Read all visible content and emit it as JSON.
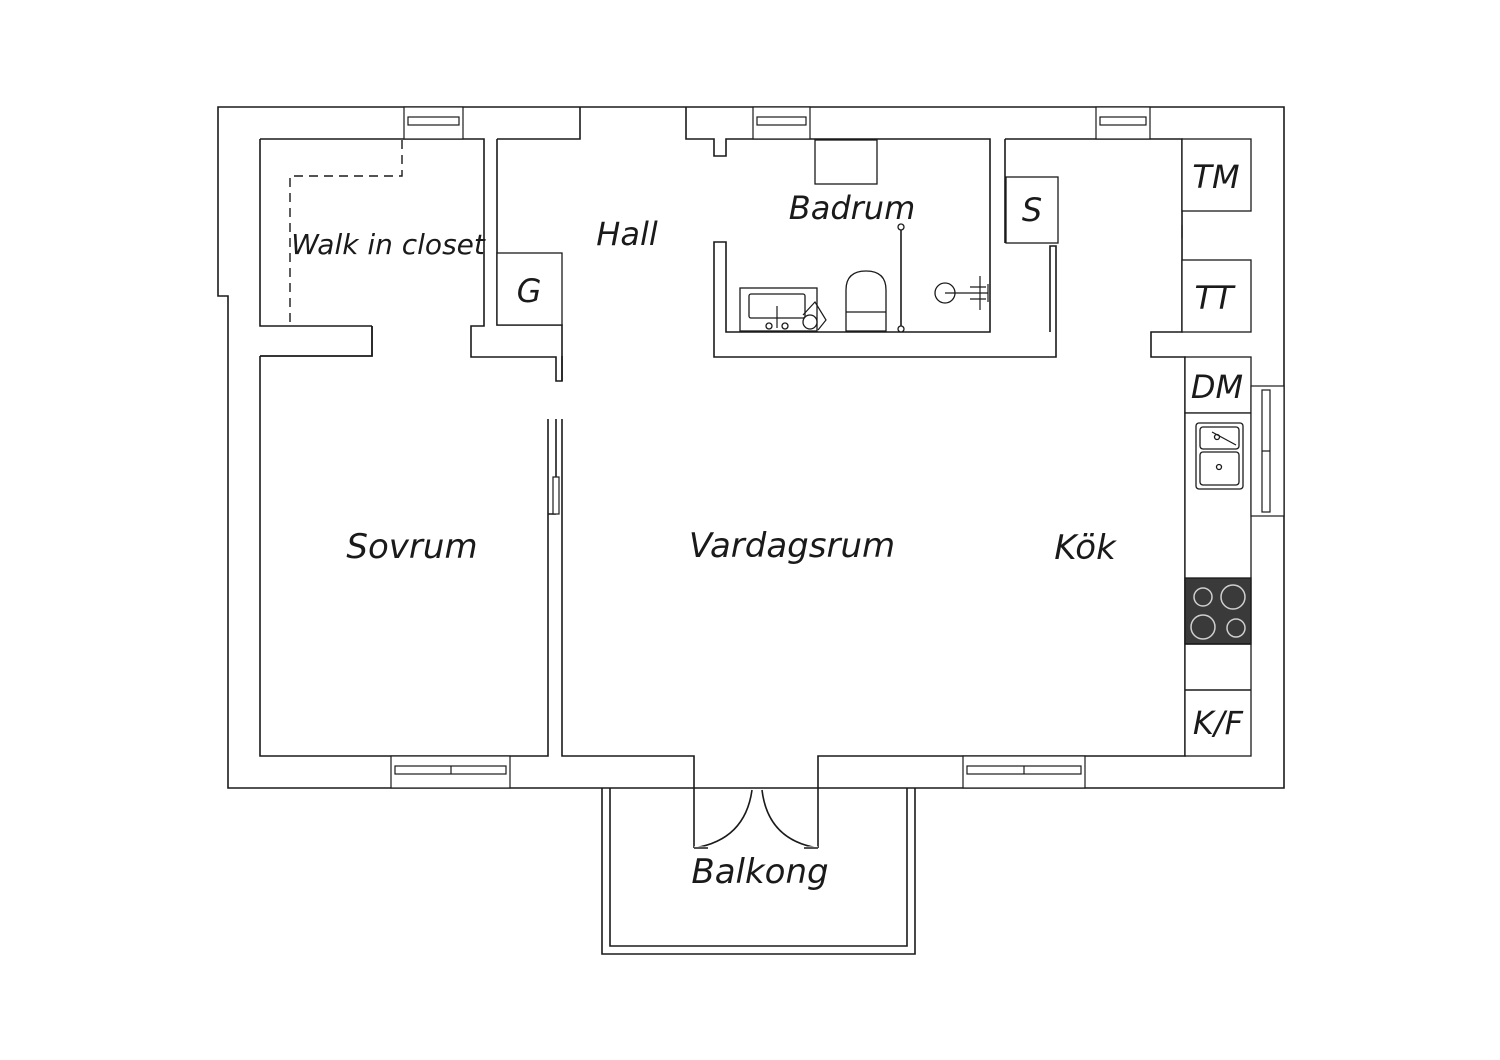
{
  "rooms": {
    "walk_in_closet": "Walk in closet",
    "hall": "Hall",
    "badrum": "Badrum",
    "sovrum": "Sovrum",
    "vardagsrum": "Vardagsrum",
    "kok": "Kök",
    "balkong": "Balkong"
  },
  "fixtures": {
    "g": "G",
    "s": "S",
    "tm": "TM",
    "tt": "TT",
    "dm": "DM",
    "kf": "K/F"
  },
  "colors": {
    "line": "#1a1a1a",
    "stove": "#3a3a3a",
    "background": "#ffffff"
  }
}
